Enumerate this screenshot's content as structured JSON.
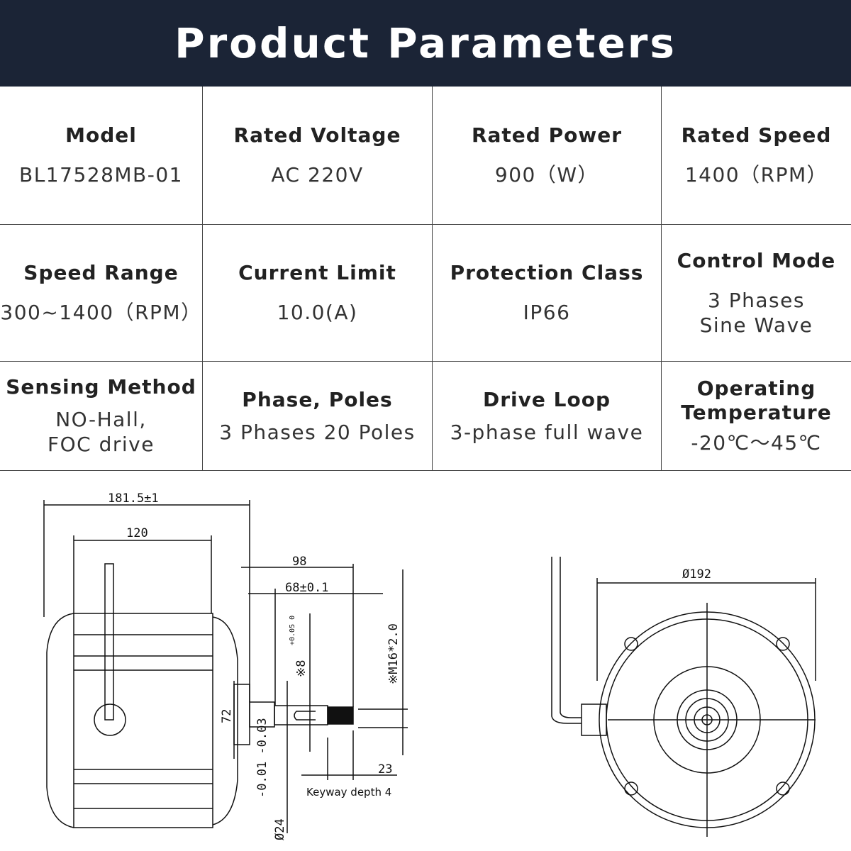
{
  "title": "Product Parameters",
  "params": [
    [
      {
        "label": "Model",
        "value": "BL17528MB-01"
      },
      {
        "label": "Rated Voltage",
        "value": "AC 220V"
      },
      {
        "label": "Rated Power",
        "value": "900（W）"
      },
      {
        "label": "Rated Speed",
        "value": "1400（RPM）"
      }
    ],
    [
      {
        "label": "Speed Range",
        "value": "300~1400（RPM）"
      },
      {
        "label": "Current Limit",
        "value": "10.0(A)"
      },
      {
        "label": "Protection Class",
        "value": "IP66"
      },
      {
        "label": "Control Mode",
        "value": "3 Phases\nSine Wave"
      }
    ],
    [
      {
        "label": "Sensing Method",
        "value": "NO-Hall,\nFOC drive"
      },
      {
        "label": "Phase, Poles",
        "value": "3 Phases 20 Poles"
      },
      {
        "label": "Drive Loop",
        "value": "3-phase full wave"
      },
      {
        "label": "Operating\nTemperature",
        "value": "-20℃～45℃"
      }
    ]
  ],
  "drawing": {
    "dim_length": "181.5±1",
    "dim_body": "120",
    "dim_shaft": "98",
    "dim_shaft_tol": "68±0.1",
    "dim_key": "※8",
    "dim_key_tol": "+0.05 0",
    "dim_thread": "※M16*2.0",
    "dim_flange": "72",
    "dim_dia_tol": "-0.01 -0.03",
    "dim_dia": "Ø24",
    "dim_end": "23",
    "keyway": "Keyway depth 4",
    "dim_diameter": "Ø192"
  }
}
